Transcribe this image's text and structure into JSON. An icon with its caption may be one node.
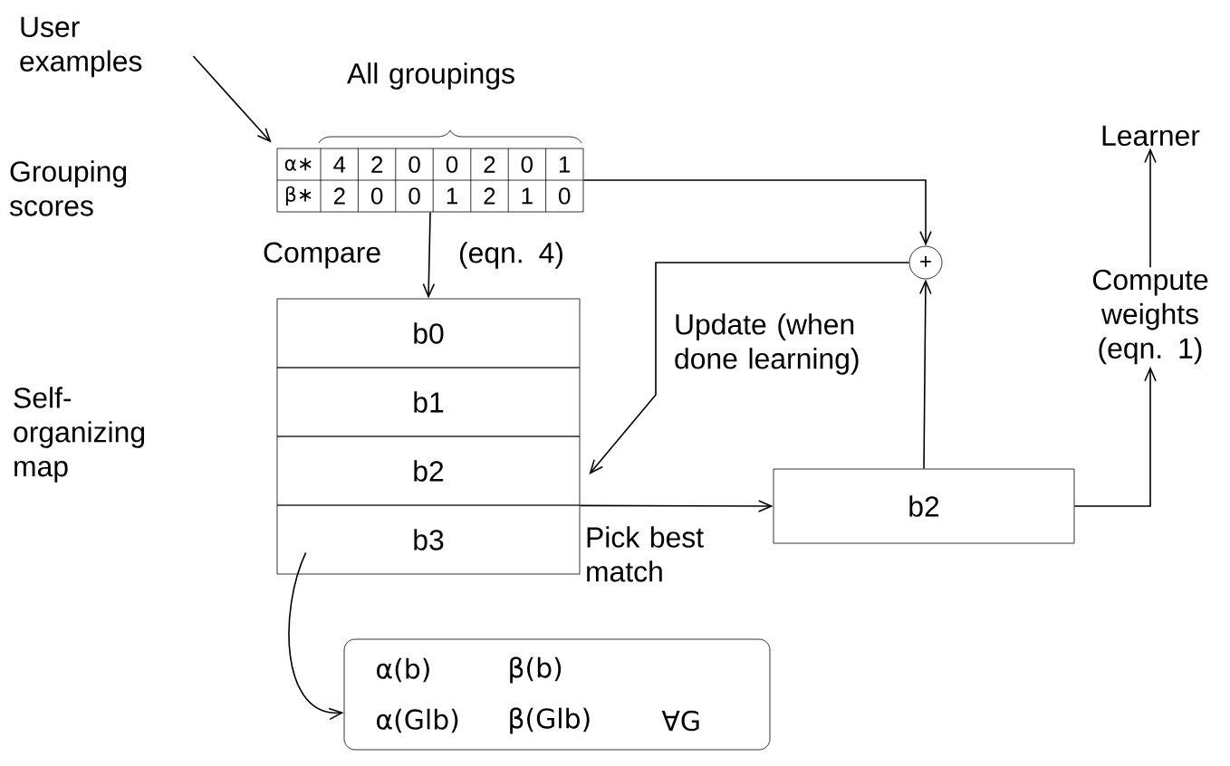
{
  "diagram": {
    "nodes": [
      {
        "text": [
          "User examples"
        ]
      },
      {
        "text": [
          "α∗",
          "4",
          "2",
          "0",
          "0",
          "2",
          "0",
          "1",
          "β∗",
          "2",
          "0",
          "0",
          "1",
          "2",
          "1",
          "0"
        ]
      },
      {
        "text": [
          "b0"
        ]
      },
      {
        "text": [
          "b1"
        ]
      },
      {
        "text": [
          "b2"
        ]
      },
      {
        "text": [
          "b3"
        ]
      },
      {
        "text": [
          "+"
        ]
      },
      {
        "text": [
          "b2"
        ]
      },
      {
        "text": [
          "Compute weights (eqn. 1)"
        ]
      },
      {
        "text": [
          "Learner"
        ]
      },
      {
        "text": [
          "α(b)",
          "β(b)",
          "α(Glb)",
          "β(Glb)",
          "∀G"
        ]
      }
    ],
    "edges": [
      {
        "from": 0,
        "to": 1,
        "arrow": "to"
      },
      {
        "from": 1,
        "to": 2,
        "arrow": "to",
        "label": "Compare"
      },
      {
        "from": 1,
        "to": 6,
        "arrow": "to"
      },
      {
        "from": 6,
        "to": 4,
        "arrow": "to",
        "label": "Update (when done learning)"
      },
      {
        "from": 4,
        "to": 7,
        "arrow": "to",
        "label": "Pick best match"
      },
      {
        "from": 7,
        "to": 6,
        "arrow": "to"
      },
      {
        "from": 7,
        "to": 8,
        "arrow": "to"
      },
      {
        "from": 8,
        "to": 9,
        "arrow": "to"
      },
      {
        "from": 5,
        "to": 10,
        "arrow": "to"
      }
    ],
    "labels": [
      "All groupings",
      "Grouping scores",
      "(eqn. 4)",
      "Self-organizing map"
    ]
  }
}
